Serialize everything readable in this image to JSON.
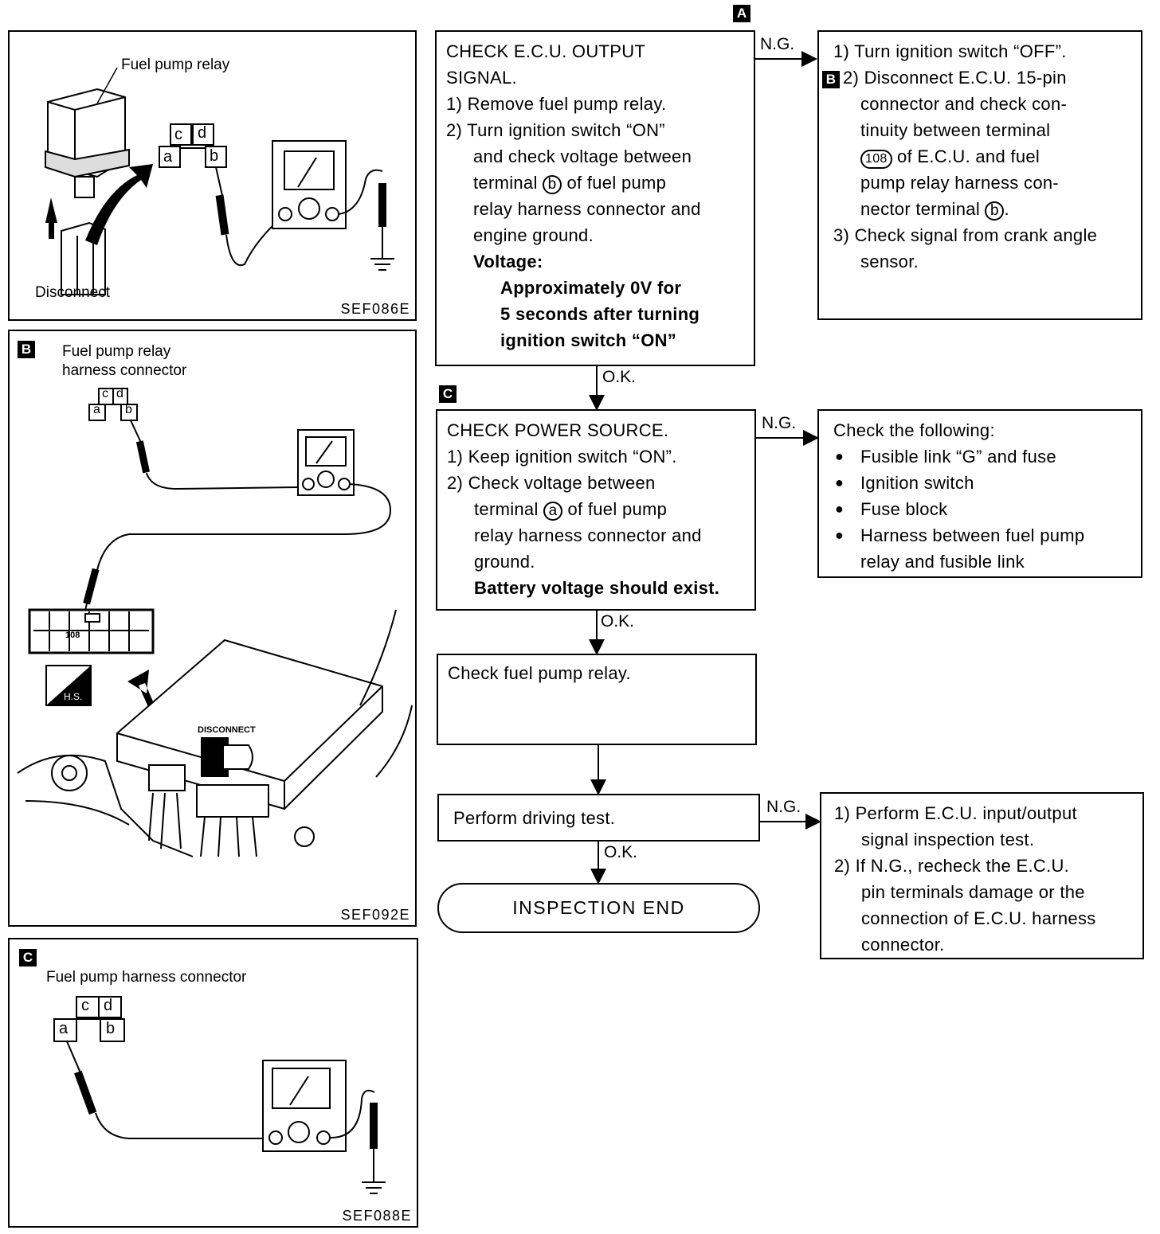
{
  "panels": {
    "panel1": {
      "fuel_pump_relay": "Fuel pump relay",
      "disconnect": "Disconnect",
      "ref": "SEF086E",
      "terminals": [
        "c",
        "d",
        "a",
        "b"
      ]
    },
    "panel2": {
      "tag": "B",
      "label_line1": "Fuel pump relay",
      "label_line2": "harness connector",
      "ref": "SEF092E",
      "terminals": [
        "c",
        "d",
        "a",
        "b"
      ],
      "disconnect": "DISCONNECT",
      "hs": "H.S.",
      "pin": "108"
    },
    "panel3": {
      "tag": "C",
      "label": "Fuel pump harness connector",
      "ref": "SEF088E",
      "terminals": [
        "c",
        "d",
        "a",
        "b"
      ]
    }
  },
  "flow": {
    "tag_a": "A",
    "tag_c": "C",
    "box1": {
      "title1": "CHECK  E.C.U.  OUTPUT",
      "title2": "SIGNAL.",
      "step1": "1)  Remove fuel pump relay.",
      "step2a": "2)  Turn ignition switch “ON”",
      "step2b": "and check voltage between",
      "step2c_pre": "terminal",
      "step2c_term": "b",
      "step2c_post": "of fuel pump",
      "step2d": "relay harness connector and",
      "step2e": "engine ground.",
      "voltage_label": "Voltage:",
      "spec1": "Approximately 0V for",
      "spec2": "5 seconds after turning",
      "spec3": "ignition switch “ON”"
    },
    "box1_ng": {
      "step1": "1)  Turn ignition switch “OFF”.",
      "tag_b": "B",
      "step2a": "2)  Disconnect E.C.U. 15-pin",
      "step2b": "connector and check con-",
      "step2c": "tinuity between terminal",
      "step2d_pin": "108",
      "step2d_post": "of E.C.U. and fuel",
      "step2e": "pump relay harness con-",
      "step2f_pre": "nector terminal",
      "step2f_term": "b",
      "step2f_post": ".",
      "step3a": "3)  Check signal from crank angle",
      "step3b": "sensor."
    },
    "box2": {
      "title": "CHECK  POWER  SOURCE.",
      "step1": "1)  Keep ignition switch “ON”.",
      "step2a": "2)  Check voltage between",
      "step2b_pre": "terminal",
      "step2b_term": "a",
      "step2b_post": "of fuel pump",
      "step2c": "relay harness connector and",
      "step2d": "ground.",
      "spec": "Battery voltage should exist."
    },
    "box2_ng": {
      "title": "Check the following:",
      "items": [
        "Fusible link “G” and fuse",
        "Ignition switch",
        "Fuse block",
        "Harness between fuel pump",
        "relay and fusible link"
      ]
    },
    "box3": {
      "text": "Check fuel pump relay."
    },
    "box4": {
      "text": "Perform driving test."
    },
    "box4_ng": {
      "step1a": "1)  Perform E.C.U. input/output",
      "step1b": "signal inspection test.",
      "step2a": "2)  If N.G., recheck the E.C.U.",
      "step2b": "pin terminals damage or the",
      "step2c": "connection of E.C.U. harness",
      "step2d": "connector."
    },
    "end": "INSPECTION  END",
    "ng": "N.G.",
    "ok": "O.K."
  }
}
